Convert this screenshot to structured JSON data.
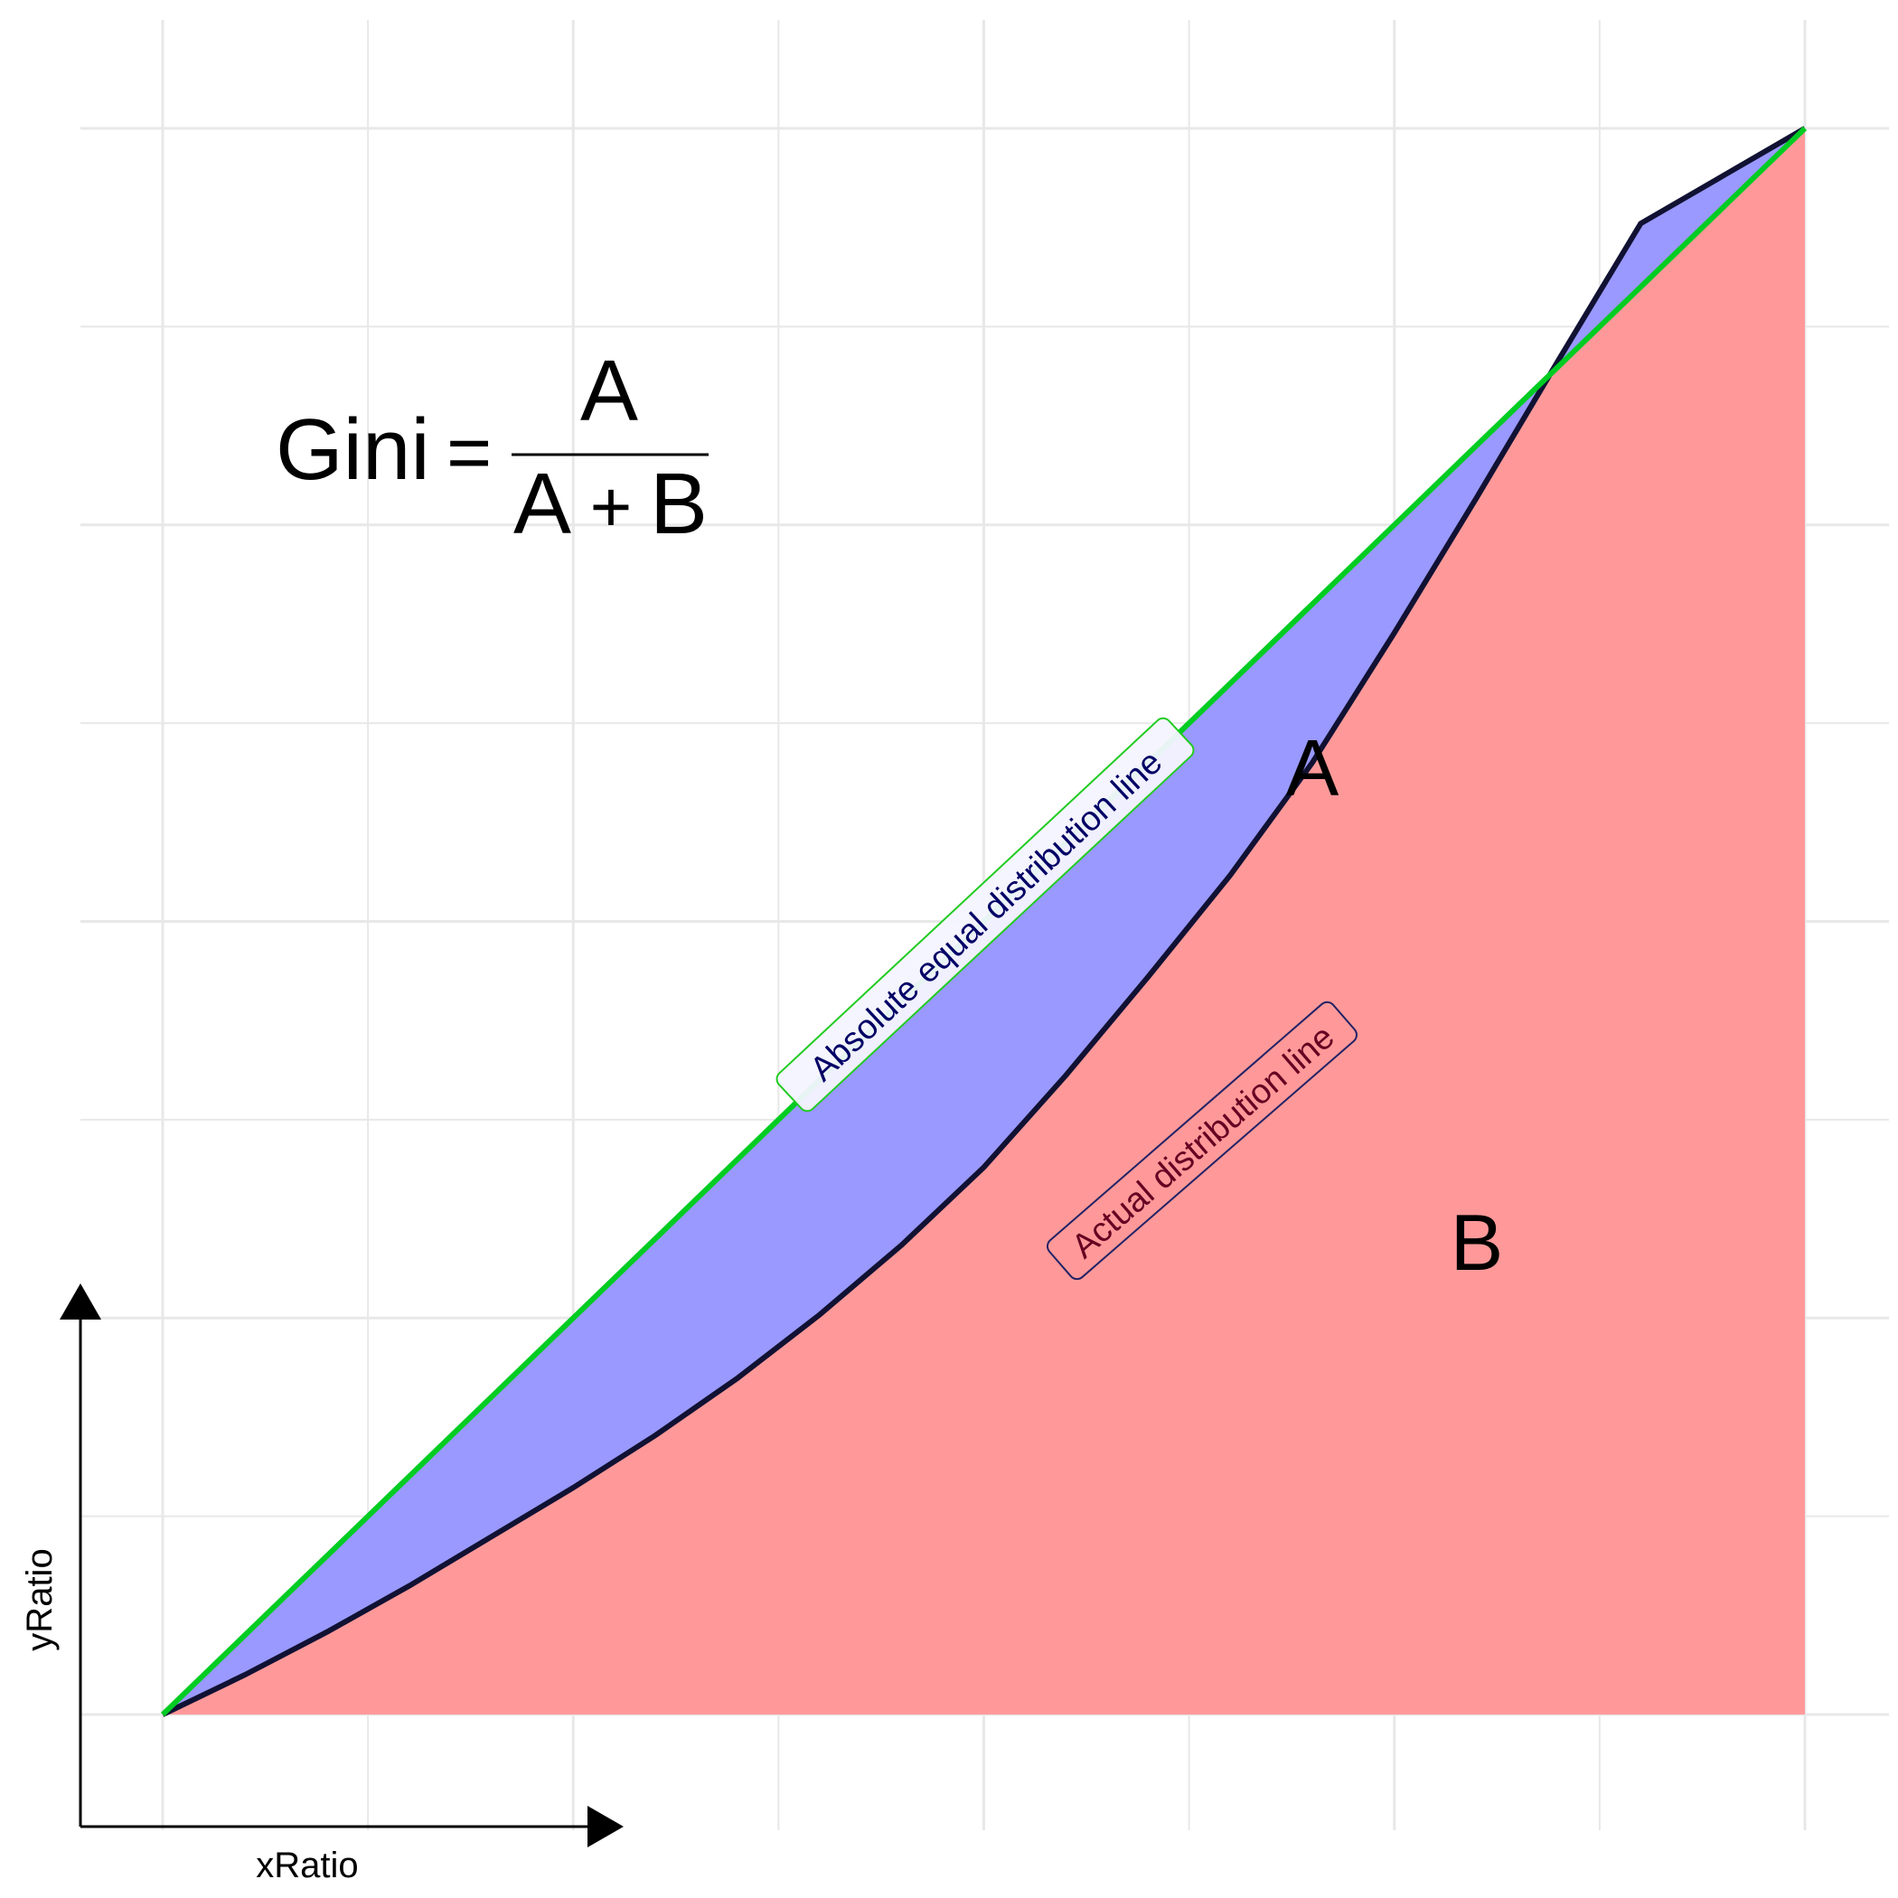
{
  "formula": {
    "lhs": "Gini",
    "equals": "=",
    "numerator": "A",
    "denominator_left": "A",
    "denominator_op": "+",
    "denominator_right": "B"
  },
  "region_labels": {
    "a": "A",
    "b": "B"
  },
  "line_labels": {
    "equal": "Absolute equal distribution line",
    "actual": "Actual distribution line"
  },
  "axes": {
    "x_label": "xRatio",
    "y_label": "yRatio"
  },
  "colors": {
    "equality_line": "#00cc22",
    "lorenz_line": "#111133",
    "area_a": "#9999ff",
    "area_b": "#ff9999",
    "grid": "#e8e8e8",
    "equal_label_border": "#22cc22",
    "actual_label_border": "#222266"
  },
  "chart_data": {
    "type": "area",
    "x_range": [
      0,
      1
    ],
    "y_range": [
      0,
      1
    ],
    "grid": true,
    "series": [
      {
        "x": [
          0,
          1
        ],
        "y": [
          0,
          1
        ]
      },
      {
        "x": [
          0,
          0.05,
          0.1,
          0.15,
          0.2,
          0.25,
          0.3,
          0.35,
          0.4,
          0.45,
          0.5,
          0.55,
          0.6,
          0.65,
          0.7,
          0.75,
          0.8,
          0.85,
          0.9,
          0.95,
          1.0
        ],
        "y": [
          0,
          0.025,
          0.052,
          0.081,
          0.112,
          0.143,
          0.176,
          0.212,
          0.252,
          0.296,
          0.345,
          0.403,
          0.465,
          0.529,
          0.6,
          0.682,
          0.767,
          0.854,
          0.94,
          0.97,
          1.0
        ]
      }
    ]
  }
}
